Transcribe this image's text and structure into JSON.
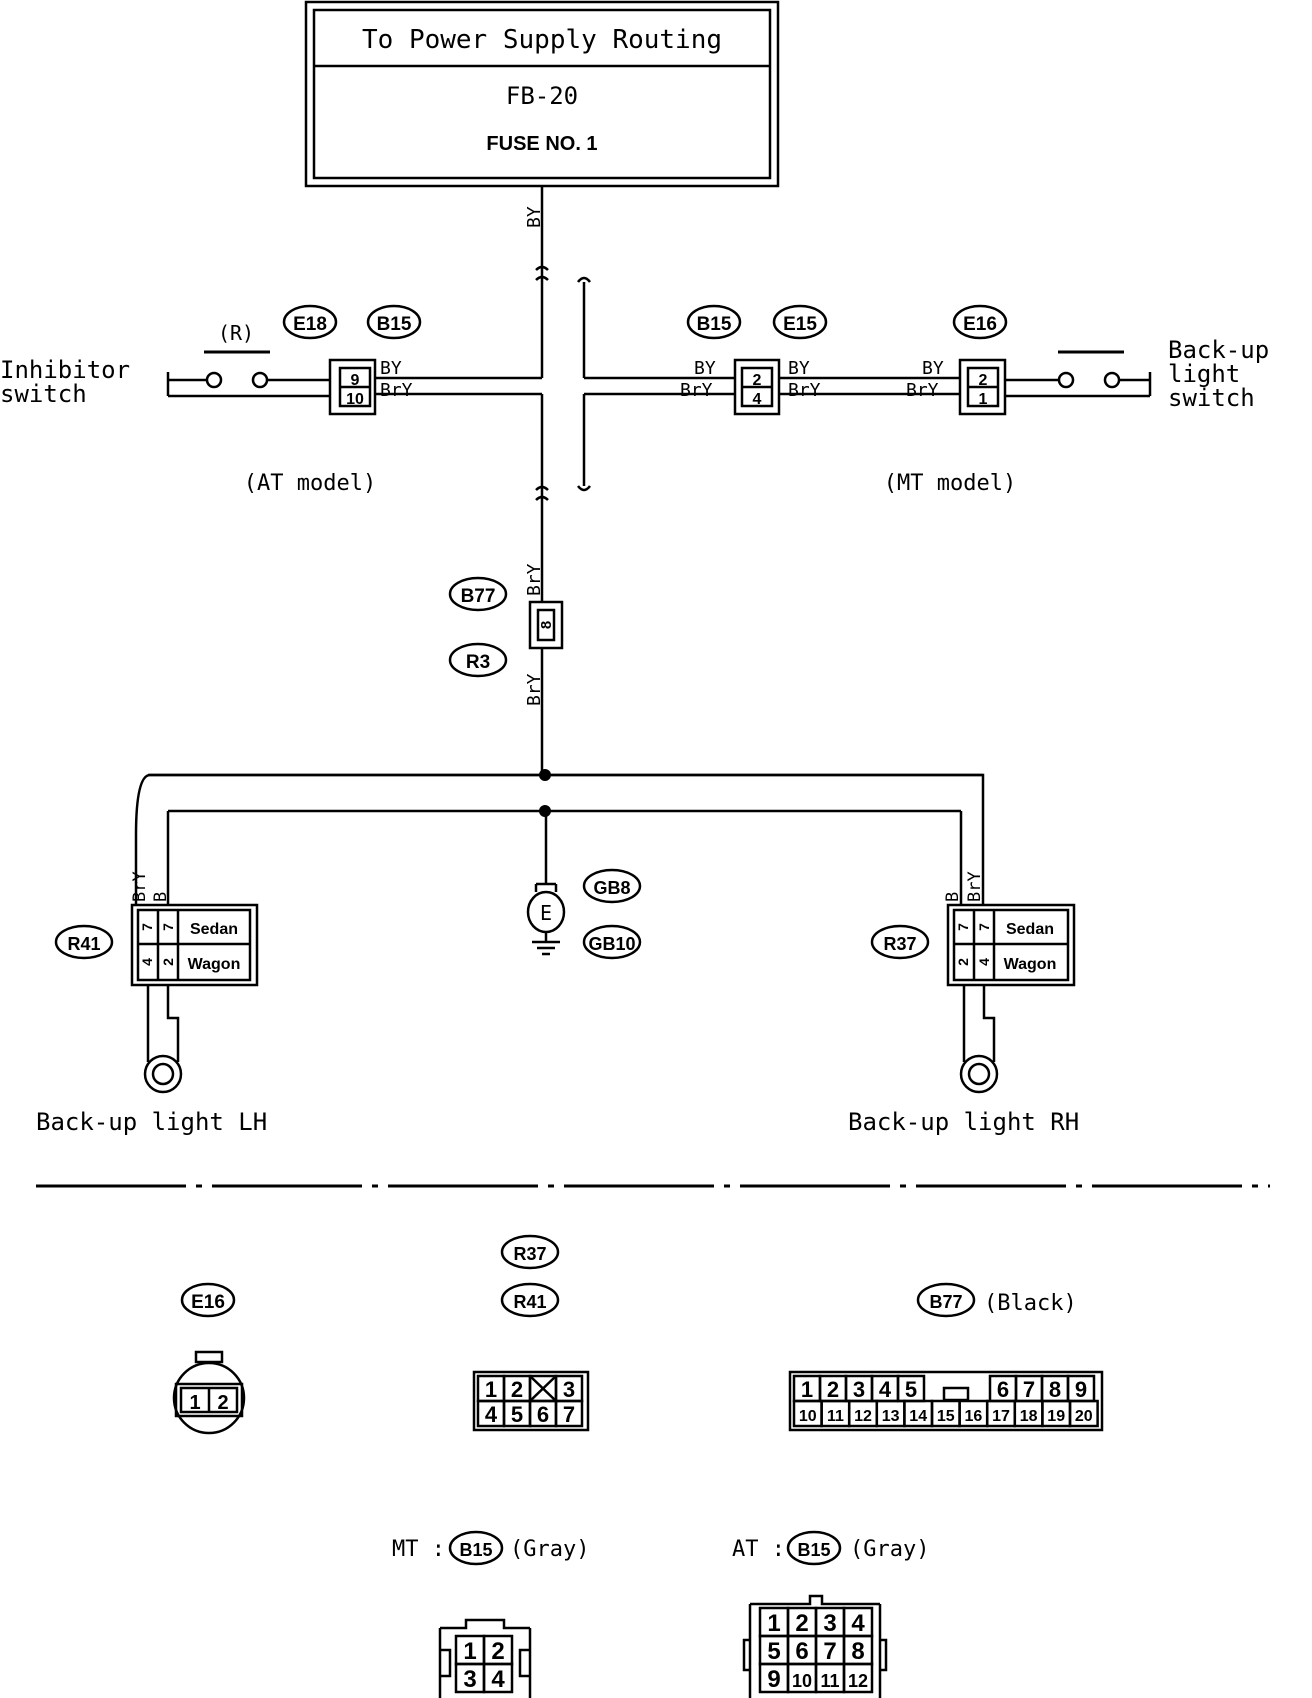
{
  "colors": {
    "ink": "#000000",
    "paper": "#ffffff"
  },
  "power_box": {
    "title": "To Power Supply Routing",
    "fuse_box": "FB-20",
    "fuse": "FUSE NO. 1"
  },
  "wires": {
    "by": "BY",
    "bry": "BrY",
    "b": "B"
  },
  "inhibitor_switch": {
    "line1": "Inhibitor",
    "line2": "switch",
    "mode": "(R)",
    "conn_a": "E18",
    "conn_b": "B15",
    "pin_top": "9",
    "pin_bottom": "10",
    "model_note": "(AT model)"
  },
  "mt_junction": {
    "conn_a": "B15",
    "conn_b": "E15",
    "pin_top": "2",
    "pin_bottom": "4"
  },
  "backup_switch": {
    "line1": "Back-up",
    "line2": "light",
    "line3": "switch",
    "conn": "E16",
    "pin_top": "2",
    "pin_bottom": "1",
    "model_note": "(MT model)"
  },
  "splice": {
    "conn_a": "B77",
    "conn_b": "R3",
    "pin": "8"
  },
  "ground": {
    "symbol": "E",
    "conn_a": "GB8",
    "conn_b": "GB10"
  },
  "lamp_lh": {
    "conn": "R41",
    "pins": [
      "7",
      "7",
      "4",
      "2"
    ],
    "row1": "Sedan",
    "row2": "Wagon",
    "label": "Back-up light LH"
  },
  "lamp_rh": {
    "conn": "R37",
    "pins": [
      "7",
      "7",
      "2",
      "4"
    ],
    "row1": "Sedan",
    "row2": "Wagon",
    "label": "Back-up light RH"
  },
  "connectors": {
    "e16": {
      "tag": "E16",
      "pins": [
        "1",
        "2"
      ]
    },
    "r37_r41": {
      "tag1": "R37",
      "tag2": "R41",
      "row1": [
        "1",
        "2",
        "",
        "3"
      ],
      "row2": [
        "4",
        "5",
        "6",
        "7"
      ]
    },
    "b77": {
      "tag": "B77",
      "color": "(Black)",
      "row1": [
        "1",
        "2",
        "3",
        "4",
        "5",
        "6",
        "7",
        "8",
        "9"
      ],
      "row2": [
        "10",
        "11",
        "12",
        "13",
        "14",
        "15",
        "16",
        "17",
        "18",
        "19",
        "20"
      ]
    },
    "mt_b15": {
      "prefix": "MT :",
      "tag": "B15",
      "color": "(Gray)",
      "row1": [
        "1",
        "2"
      ],
      "row2": [
        "3",
        "4"
      ]
    },
    "at_b15": {
      "prefix": "AT :",
      "tag": "B15",
      "color": "(Gray)",
      "row1": [
        "1",
        "2",
        "3",
        "4"
      ],
      "row2": [
        "5",
        "6",
        "7",
        "8"
      ],
      "row3": [
        "9",
        "10",
        "11",
        "12"
      ]
    }
  }
}
